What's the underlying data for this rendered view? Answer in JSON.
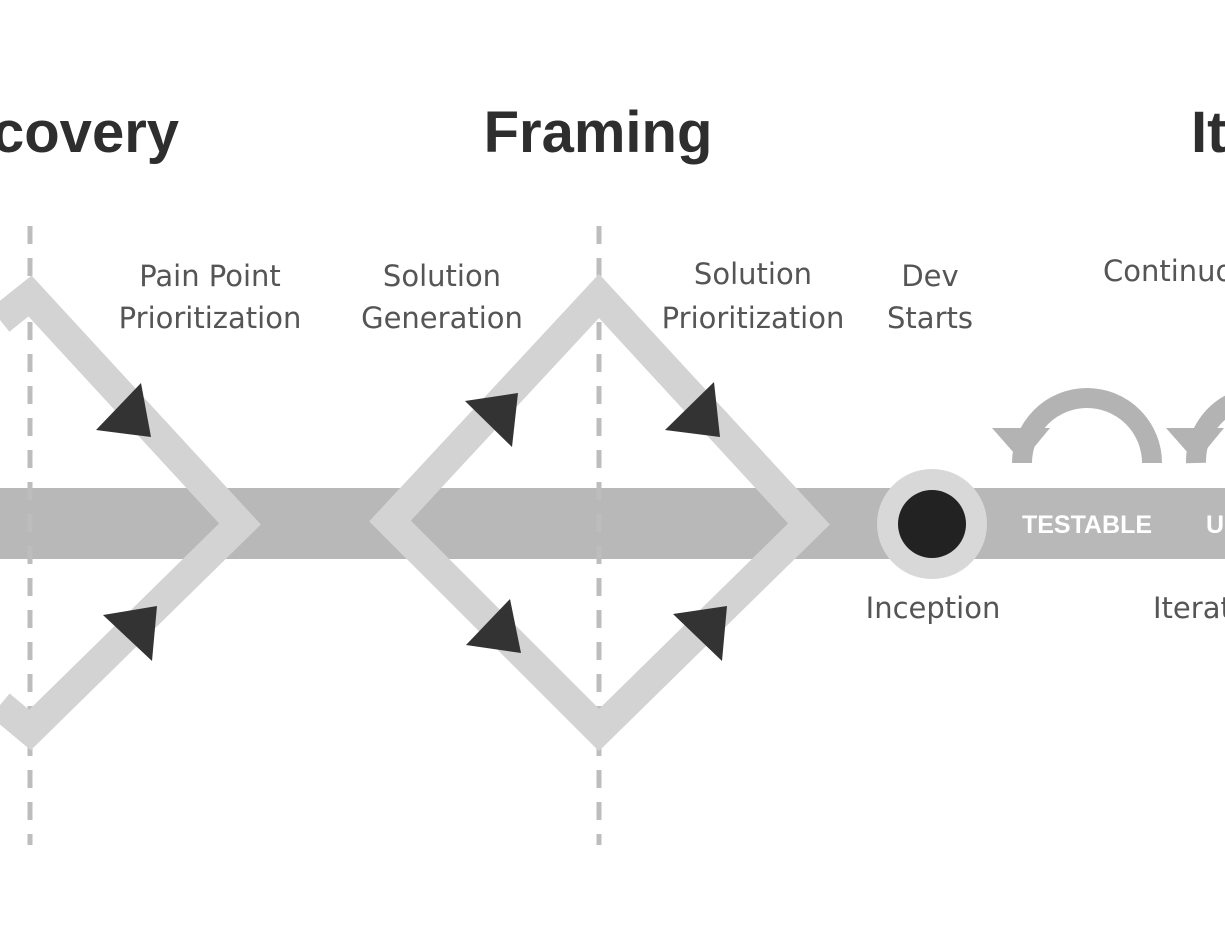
{
  "phases": {
    "discovery": "covery",
    "framing": "Framing",
    "iteration": "It"
  },
  "labels": {
    "pain_point_line1": "Pain Point",
    "pain_point_line2": "Prioritization",
    "solution_gen_line1": "Solution",
    "solution_gen_line2": "Generation",
    "solution_prio_line1": "Solution",
    "solution_prio_line2": "Prioritization",
    "dev_line1": "Dev",
    "dev_line2": "Starts",
    "continuous": "Continuo",
    "inception": "Inception",
    "iteration": "Iterat"
  },
  "badges": {
    "testable": "TESTABLE",
    "next": "U"
  },
  "colors": {
    "timeline": "#b8b8b8",
    "diamond": "#d3d3d3",
    "arrowhead": "#333333",
    "divider": "#bdbdbd",
    "loop": "#b3b3b3",
    "inception_dot": "#222222",
    "inception_ring": "#d8d8d8"
  },
  "icons": {
    "arrowheads": "triangle-arrow-icon",
    "cycles": "cycle-arrow-icon"
  }
}
